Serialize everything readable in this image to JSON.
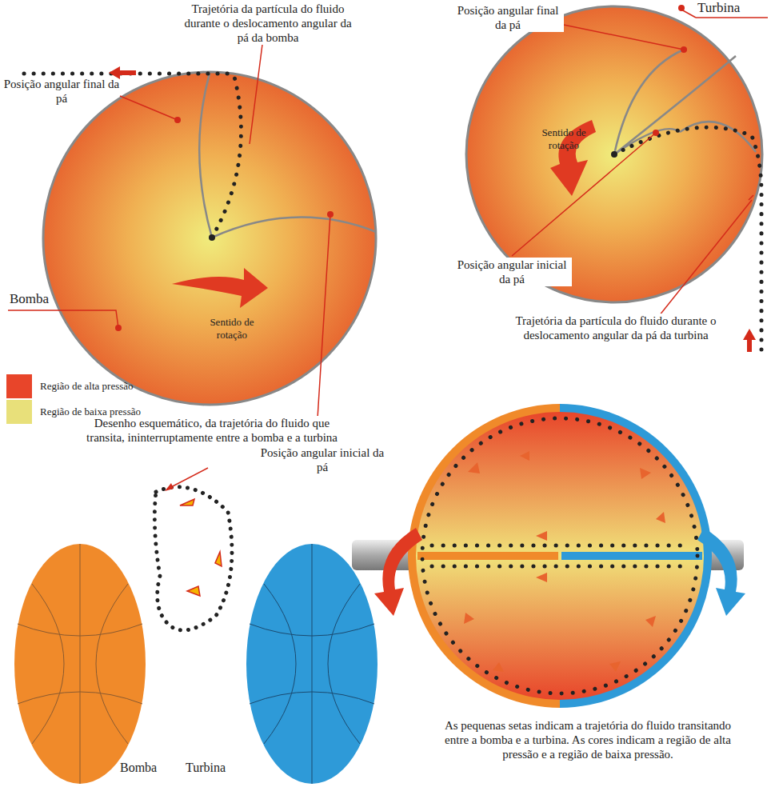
{
  "diagram": {
    "labels": [
      "Trajetória da partícula do fluido durante o deslocamento angular da pá da bomba",
      "Posição angular final da pá",
      "Bomba",
      "Posição angular inicial da pá",
      "Posição angular final da pá",
      "Turbina",
      "Sentido de rotação",
      "Sentido de rotação",
      "Posição angular inicial da pá",
      "Trajetória da partícula do fluido durante o deslocamento angular da pá da turbina",
      "Desenho esquemático, da trajetória do fluido que transita, ininterruptamente entre a bomba e a turbina",
      "Bomba",
      "Turbina",
      "As pequenas setas indicam a trajetória do fluido transitando entre a bomba e a turbina. As cores indicam a região de alta pressão e a região de baixa pressão."
    ],
    "legend": [
      {
        "text": "Região de alta pressão",
        "color": "#e8452a"
      },
      {
        "text": "Região de baixa pressão",
        "color": "#e8e07a"
      }
    ]
  }
}
